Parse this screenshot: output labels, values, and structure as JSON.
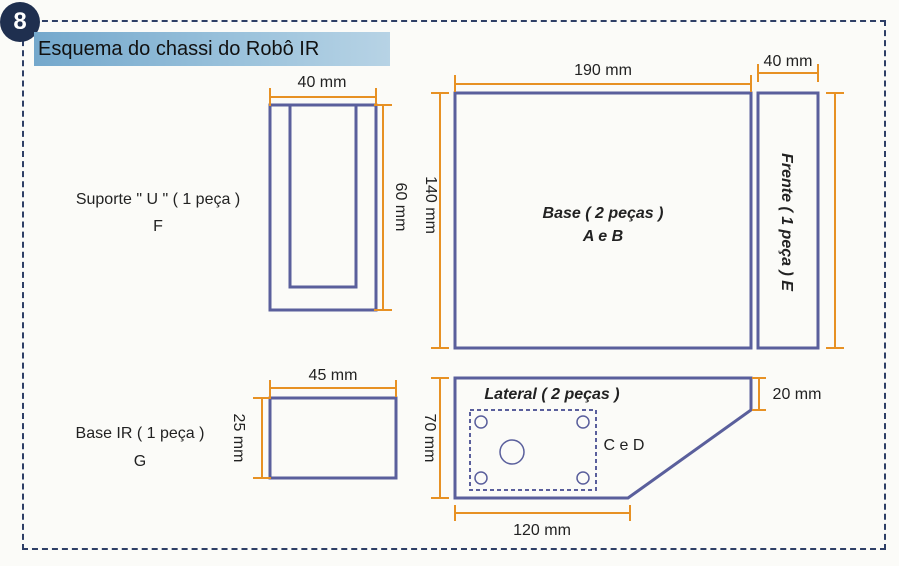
{
  "step_number": "8",
  "title": "Esquema do chassi do Robô IR",
  "colors": {
    "outline": "#5a5f9c",
    "dimension": "#e79124",
    "frame": "#2e3f66"
  },
  "parts": {
    "suporte_u": {
      "label": "Suporte  \" U \" ( 1 peça )",
      "letter": "F",
      "width": "40 mm",
      "height": "60 mm"
    },
    "base": {
      "label": "Base ( 2 peças )",
      "letters": "A e B",
      "width": "190 mm",
      "height": "140 mm"
    },
    "frente": {
      "label": "Frente  ( 1 peça ) E",
      "width": "40 mm"
    },
    "base_ir": {
      "label": "Base IR ( 1 peça )",
      "letter": "G",
      "width": "45 mm",
      "height": "25 mm"
    },
    "lateral": {
      "label": "Lateral ( 2 peças )",
      "letters": "C e D",
      "height": "70 mm",
      "side_height": "20 mm",
      "bottom": "120 mm"
    }
  }
}
